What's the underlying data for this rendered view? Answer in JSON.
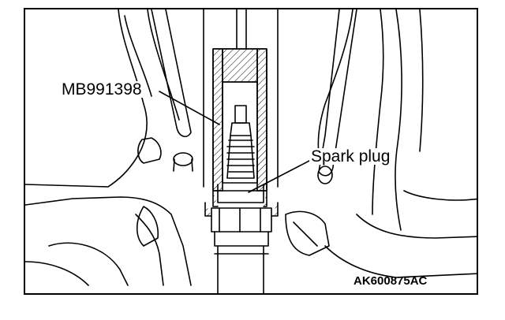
{
  "labels": {
    "tool": "MB991398",
    "part": "Spark plug",
    "figure_code": "AK600875AC"
  },
  "colors": {
    "line": "#000000",
    "background": "#ffffff"
  }
}
